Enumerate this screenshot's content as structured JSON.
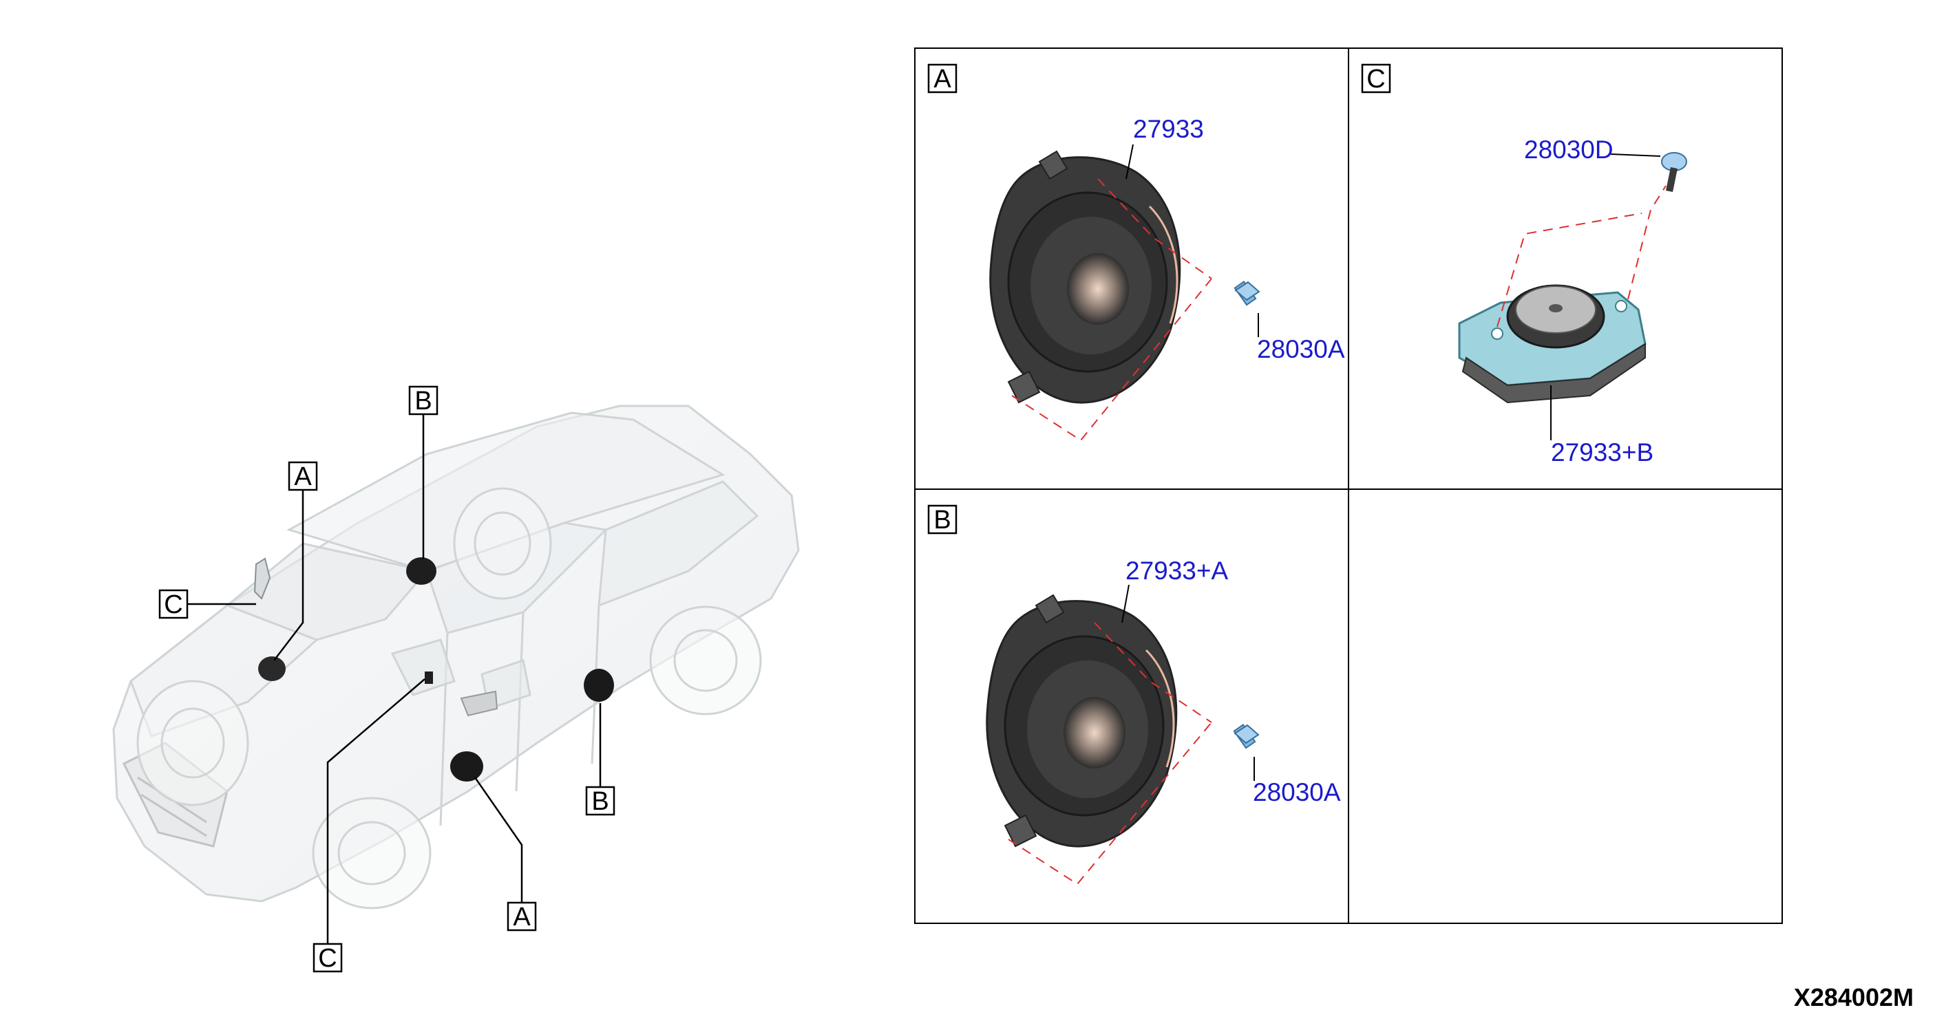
{
  "diagram_code": "X284002M",
  "callouts": {
    "car_front_upper_a": "A",
    "car_rear_upper_b": "B",
    "car_front_tweeter_c": "C",
    "car_lower_c": "C",
    "car_lower_a": "A",
    "car_rear_door_b": "B"
  },
  "panels": {
    "a": {
      "letter": "A",
      "speaker_part": "27933",
      "screw_part": "28030A"
    },
    "b": {
      "letter": "B",
      "speaker_part": "27933+A",
      "screw_part": "28030A"
    },
    "c": {
      "letter": "C",
      "screw_part": "28030D",
      "tweeter_part": "27933+B"
    }
  },
  "colors": {
    "part_label": "#1a1acc",
    "leader_dash": "#e03030",
    "speaker_body": "#3a3a3a",
    "fastener": "#7fb9e6",
    "tweeter_bracket": "#9fd3de"
  }
}
